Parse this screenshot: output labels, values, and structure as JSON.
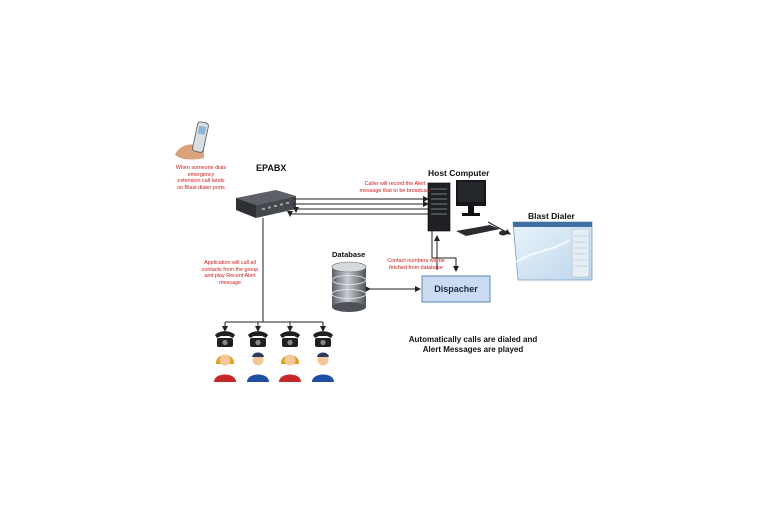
{
  "labels": {
    "epabx": "EPABX",
    "host_computer": "Host Computer",
    "blast_dialer": "Blast Dialer",
    "database": "Database",
    "dispatcher": "Dispacher"
  },
  "notes": {
    "mobile": [
      "When someone dials",
      "emergency",
      "extension call lands",
      "on Blast dialer ports"
    ],
    "caller": [
      "Caller will record the Alert",
      "message that to be broadcast"
    ],
    "contacts": [
      "Contact numbers will be",
      "fetched from database"
    ],
    "application": [
      "Application will call all",
      "contacts from the group",
      "and play Recent Alert",
      "message"
    ]
  },
  "footer": [
    "Automatically calls are dialed and",
    "Alert Messages are played"
  ],
  "colors": {
    "note_text": "#d11a1a",
    "dispatcher_fill": "#c9dcf2",
    "dispatcher_border": "#5d84b5",
    "line": "#222222"
  },
  "icons": {
    "mobile": "hand-holding-phone-icon",
    "epabx": "epabx-switch-icon",
    "host": "desktop-computer-icon",
    "screen": "blast-dialer-screen-icon",
    "database": "database-cylinder-icon",
    "phone": "telephone-icon",
    "woman": "woman-user-icon",
    "man": "man-user-icon"
  }
}
